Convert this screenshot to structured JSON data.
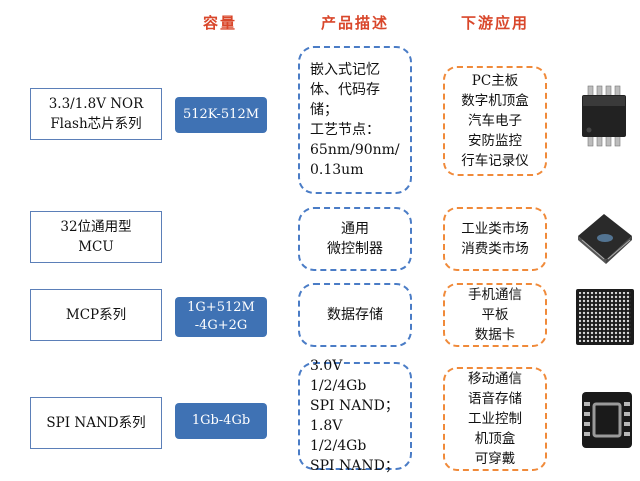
{
  "headers": {
    "capacity": "容量",
    "description": "产品描述",
    "applications": "下游应用"
  },
  "rows": [
    {
      "product": "3.3/1.8V NOR\nFlash芯片系列",
      "capacity": "512K-512M",
      "description": "嵌入式记忆\n体、代码存\n储；\n工艺节点：\n65nm/90nm/\n0.13um",
      "applications": "PC主板\n数字机顶盒\n汽车电子\n安防监控\n行车记录仪",
      "chip_icon": "soic-8-chip-icon"
    },
    {
      "product": "32位通用型\nMCU",
      "capacity": "",
      "description": "通用\n微控制器",
      "applications": "工业类市场\n消费类市场",
      "chip_icon": "qfn-chip-icon"
    },
    {
      "product": "MCP系列",
      "capacity": "1G+512M\n-4G+2G",
      "description": "数据存储",
      "applications": "手机通信\n平板\n数据卡",
      "chip_icon": "bga-chip-icon"
    },
    {
      "product": "SPI NAND系列",
      "capacity": "1Gb-4Gb",
      "description": "3.0V 1/2/4Gb\nSPI NAND；\n1.8V 1/2/4Gb\nSPI NAND；",
      "applications": "移动通信\n语音存储\n工业控制\n机顶盒\n可穿戴",
      "chip_icon": "wson-chip-icon"
    }
  ],
  "colors": {
    "header": "#d9472b",
    "capacity_fill": "#3f72b4",
    "description_border": "#4a7cc6",
    "application_border": "#f08a3a",
    "product_border": "#5b7fb8"
  }
}
